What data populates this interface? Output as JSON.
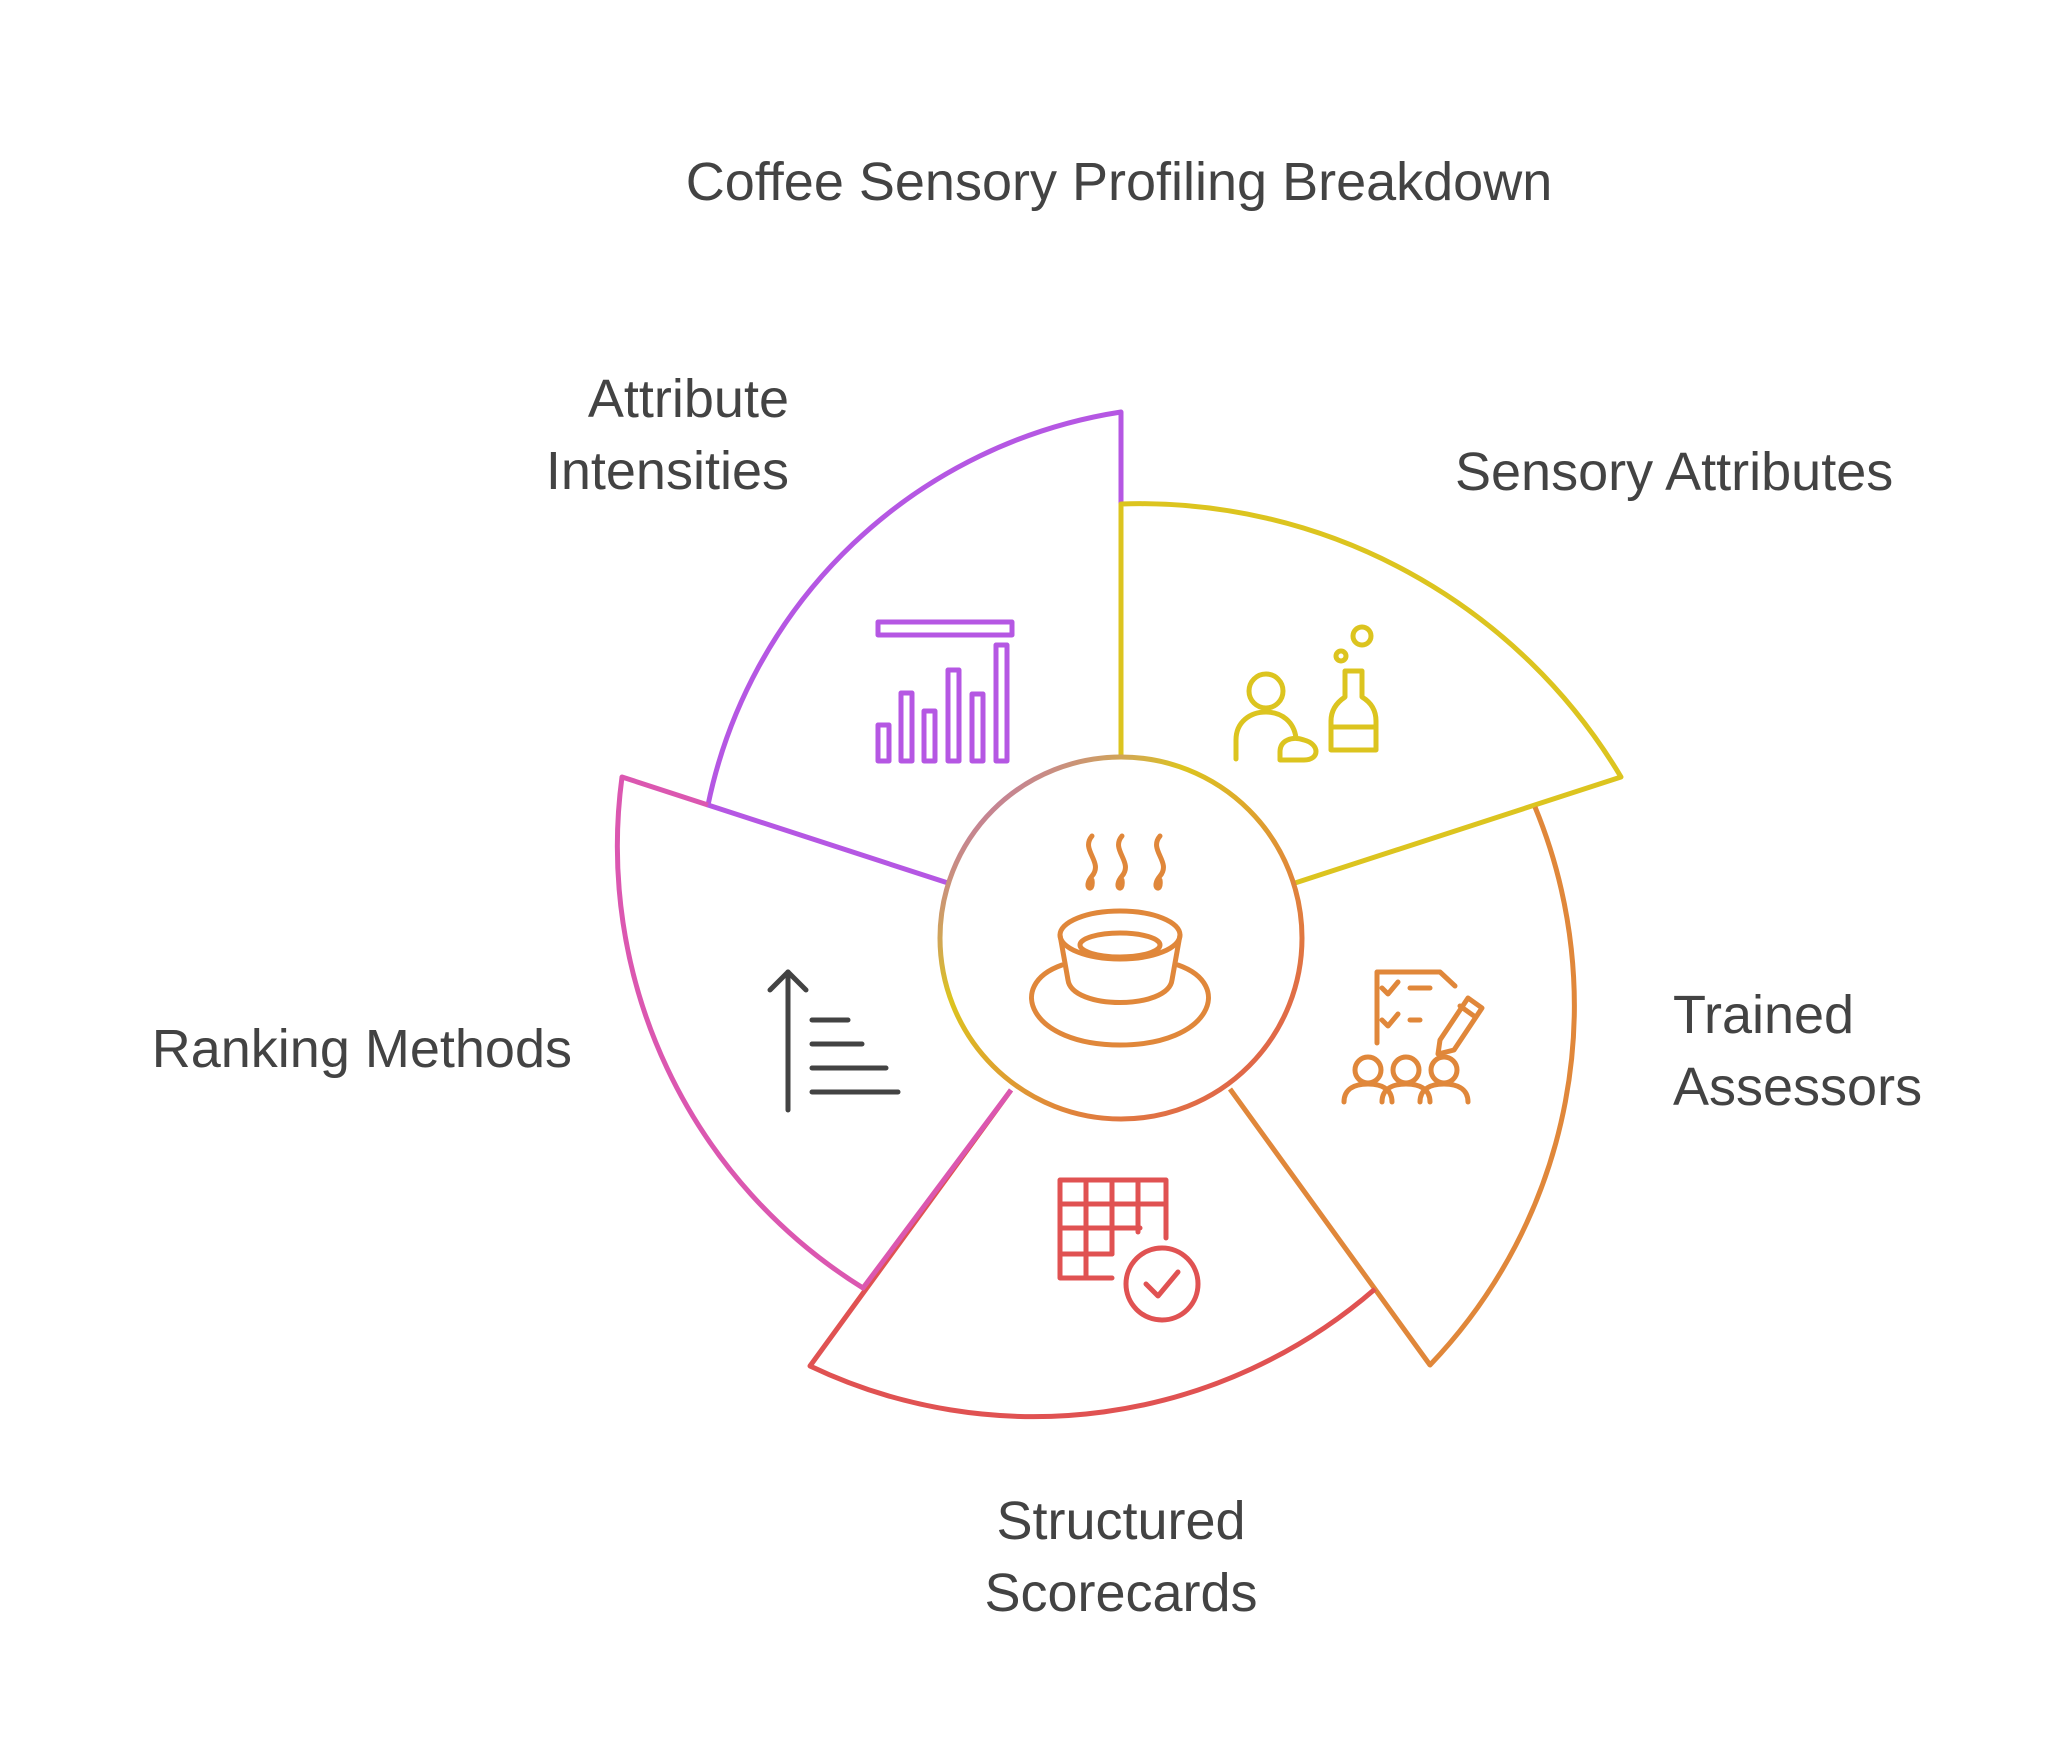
{
  "title": "Coffee Sensory Profiling Breakdown",
  "center": {
    "icon": "steaming-coffee-cup-icon",
    "color": "#E0873A"
  },
  "segments": [
    {
      "id": "attribute-intensities",
      "label_lines": [
        "Attribute",
        "Intensities"
      ],
      "icon": "bar-chart-icon",
      "color": "#B557E3"
    },
    {
      "id": "sensory-attributes",
      "label_lines": [
        "Sensory Attributes"
      ],
      "icon": "taster-with-bottle-icon",
      "color": "#DCC41F"
    },
    {
      "id": "trained-assessors",
      "label_lines": [
        "Trained",
        "Assessors"
      ],
      "icon": "checklist-team-icon",
      "color": "#E0873A"
    },
    {
      "id": "structured-scorecards",
      "label_lines": [
        "Structured",
        "Scorecards"
      ],
      "icon": "grid-check-icon",
      "color": "#E05252"
    },
    {
      "id": "ranking-methods",
      "label_lines": [
        "Ranking Methods"
      ],
      "icon": "sort-ascending-icon",
      "color": "#DB57B0"
    }
  ],
  "text_color": "#434343"
}
